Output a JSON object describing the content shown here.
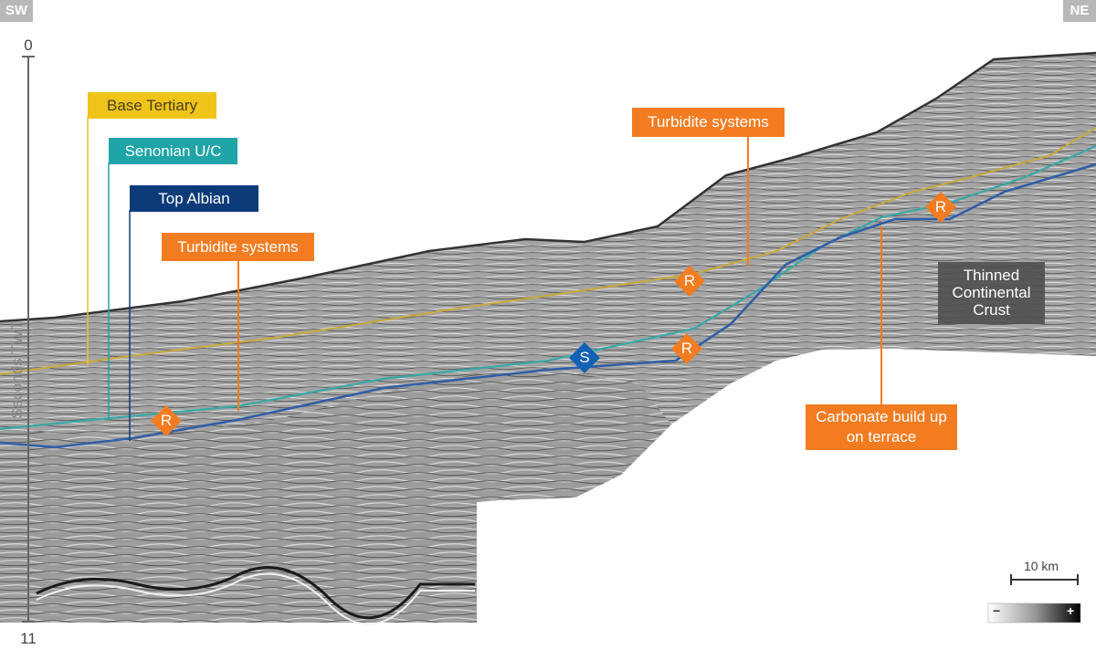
{
  "directions": {
    "left": "SW",
    "right": "NE"
  },
  "axis": {
    "title": "Seconds TWT",
    "top": "0",
    "bottom": "11"
  },
  "horizon_labels": {
    "base_tertiary": "Base Tertiary",
    "senonian": "Senonian U/C",
    "top_albian": "Top Albian"
  },
  "annotations": {
    "turbidite_upper": "Turbidite systems",
    "turbidite_lower": "Turbidite systems",
    "carbonate_line1": "Carbonate build up",
    "carbonate_line2": "on terrace",
    "crust_line1": "Thinned",
    "crust_line2": "Continental",
    "crust_line3": "Crust"
  },
  "markers": {
    "reservoir": "R",
    "seal": "S"
  },
  "scale": {
    "label": "10 km"
  },
  "colorbar": {
    "min": "−",
    "max": "+"
  },
  "colors": {
    "base_tertiary": "#f0c419",
    "senonian": "#1fa4a8",
    "top_albian": "#0d3b7a",
    "annotation": "#f37c21",
    "seal": "#1361b5",
    "seismic": "#9a9a9a"
  }
}
